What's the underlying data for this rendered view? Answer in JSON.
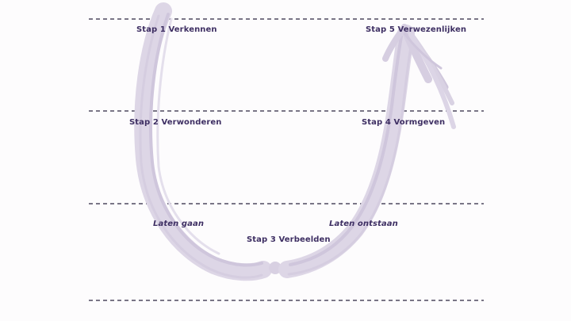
{
  "colors": {
    "background": "#fdfcfd",
    "text": "#3e2f63",
    "dashed_line": "#2b2440",
    "u_arrow": "#ddd6e6",
    "u_arrow_stroke": "#c9bfd7"
  },
  "steps": {
    "step1": "Stap 1  Verkennen",
    "step2": "Stap 2  Verwonderen",
    "step3": "Stap 3  Verbeelden",
    "step4": "Stap 4  Vormgeven",
    "step5": "Stap 5  Verwezenlijken"
  },
  "annotations": {
    "left": "Laten gaan",
    "right": "Laten ontstaan"
  }
}
